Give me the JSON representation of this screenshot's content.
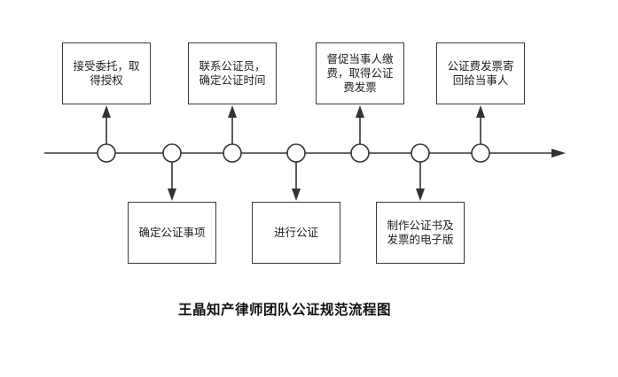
{
  "title": "王晶知产律师团队公证规范流程图",
  "steps_above": [
    {
      "lines": [
        "接受委托，取",
        "得授权"
      ]
    },
    {
      "lines": [
        "联系公证员，",
        "确定公证时间"
      ]
    },
    {
      "lines": [
        "督促当事人缴",
        "费，取得公证",
        "费发票"
      ]
    },
    {
      "lines": [
        "公证费发票寄",
        "回给当事人"
      ]
    }
  ],
  "steps_below": [
    {
      "lines": [
        "确定公证事项"
      ]
    },
    {
      "lines": [
        "进行公证"
      ]
    },
    {
      "lines": [
        "制作公证书及",
        "发票的电子版"
      ]
    }
  ],
  "colors": {
    "line": "#333333",
    "box_border": "#3a3a3a",
    "node_fill": "#ffffff"
  }
}
